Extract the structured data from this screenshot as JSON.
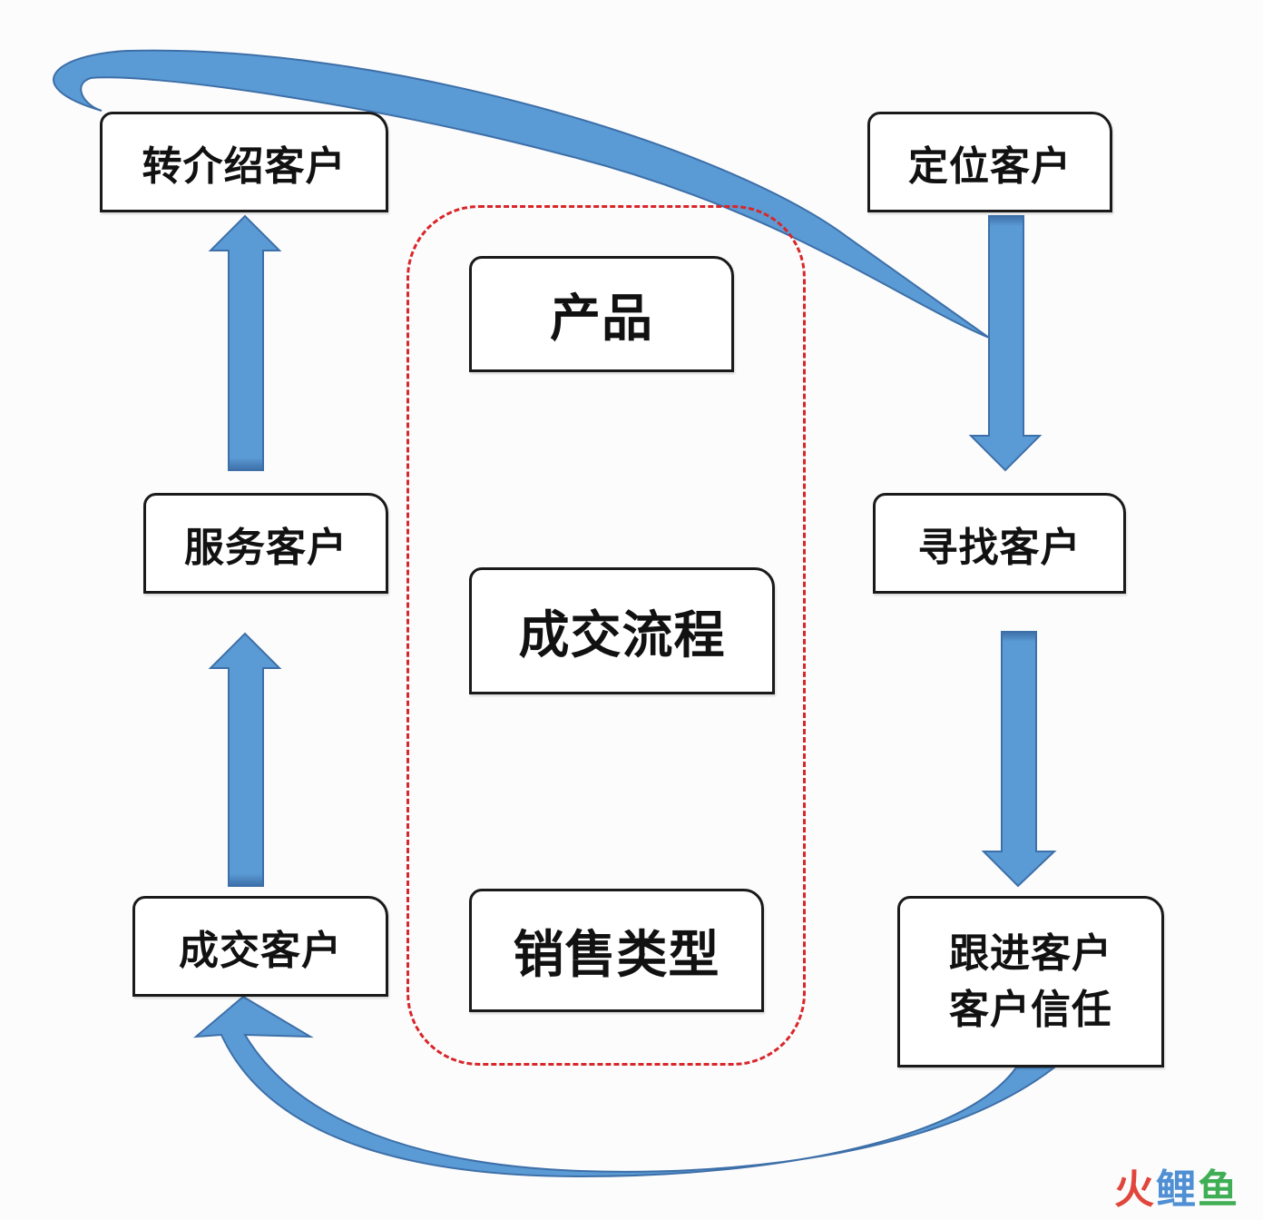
{
  "center": {
    "product": "产品",
    "deal_process": "成交流程",
    "sales_type": "销售类型"
  },
  "left": {
    "referral": "转介绍客户",
    "service": "服务客户",
    "deal": "成交客户"
  },
  "right": {
    "locate": "定位客户",
    "find": "寻找客户",
    "follow_up_line1": "跟进客户",
    "follow_up_line2": "客户信任"
  },
  "watermark": {
    "part1": "火",
    "part2": "鲤",
    "part3": "鱼"
  },
  "colors": {
    "arrow_fill": "#5b9bd5",
    "arrow_dark": "#3d6fa8",
    "dashed_border": "#d9262a",
    "box_border": "#1a1a1a"
  }
}
